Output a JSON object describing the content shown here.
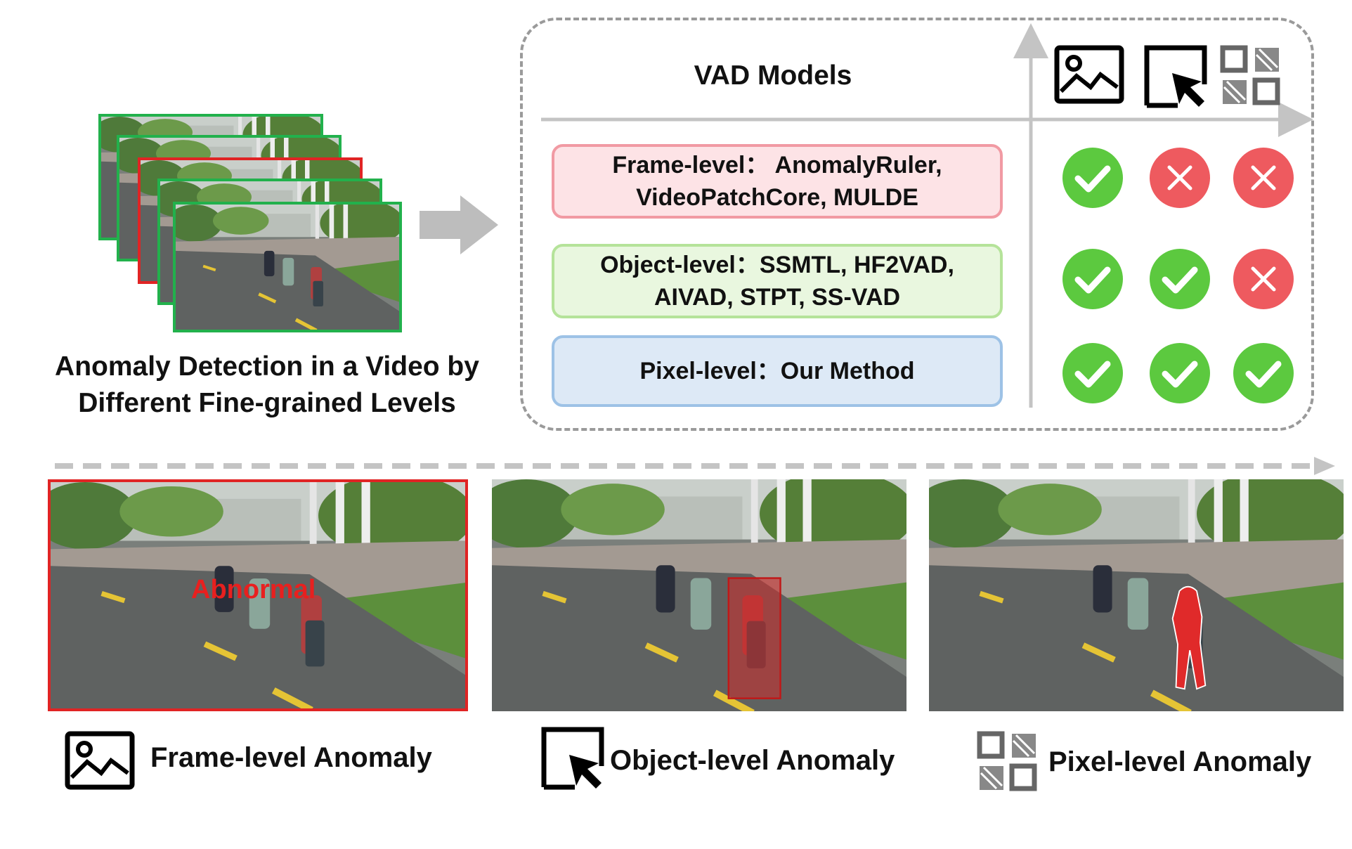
{
  "left_caption": {
    "line1": "Anomaly Detection in a Video by",
    "line2": "Different Fine-grained Levels"
  },
  "panel": {
    "title": "VAD Models",
    "header_icons": [
      "image-icon",
      "cursor-select-icon",
      "pixel-grid-icon"
    ],
    "rows": [
      {
        "line1": "Frame-level：  AnomalyRuler,",
        "line2": "VideoPatchCore, MULDE",
        "marks": [
          "check",
          "cross",
          "cross"
        ]
      },
      {
        "line1": "Object-level：SSMTL, HF2VAD,",
        "line2": "AIVAD, STPT, SS-VAD",
        "marks": [
          "check",
          "check",
          "cross"
        ]
      },
      {
        "line1": "Pixel-level：Our Method",
        "line2": "",
        "marks": [
          "check",
          "check",
          "check"
        ]
      }
    ]
  },
  "bottom": {
    "frame_label": "Frame-level Anomaly",
    "object_label": "Object-level Anomaly",
    "pixel_label": "Pixel-level Anomaly",
    "abnormal_text": "Abnormal"
  },
  "colors": {
    "green_border": "#22b14c",
    "red_border": "#e02424",
    "check": "#5cc93f",
    "cross": "#ee5a5f",
    "frame_box": "#fde3e6",
    "object_box": "#e9f7df",
    "pixel_box": "#dde9f6"
  }
}
